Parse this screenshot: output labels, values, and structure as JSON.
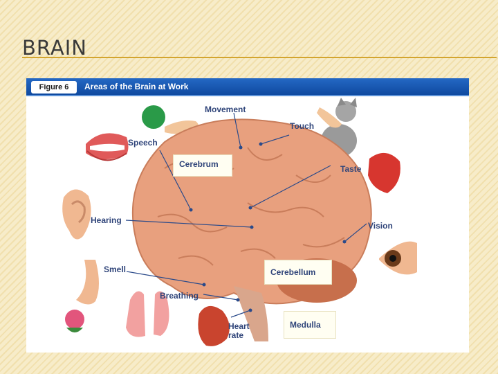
{
  "slide": {
    "title": "BRAIN"
  },
  "figure": {
    "number": "Figure 6",
    "caption": "Areas of the Brain at Work"
  },
  "labels": {
    "movement": "Movement",
    "touch": "Touch",
    "speech": "Speech",
    "cerebrum": "Cerebrum",
    "taste": "Taste",
    "hearing": "Hearing",
    "vision": "Vision",
    "smell": "Smell",
    "cerebellum": "Cerebellum",
    "breathing": "Breathing",
    "heart_rate_line1": "Heart",
    "heart_rate_line2": "rate",
    "medulla": "Medulla"
  },
  "colors": {
    "header_blue": "#1a5bb5",
    "label_text": "#30457a",
    "leader_line": "#2a4a8a",
    "brain": "#e8a07e",
    "title_rule": "#d3a52f"
  }
}
